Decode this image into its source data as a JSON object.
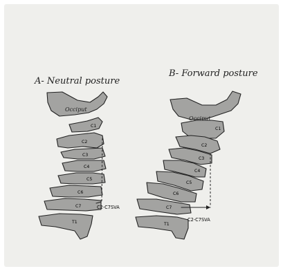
{
  "panels": {
    "a_title": "A- Neutral posture",
    "b_title": "B- Forward posture"
  },
  "labels": {
    "occiput": "Occiput",
    "c1": "C1",
    "c2": "C2",
    "c3": "C3",
    "c4": "C4",
    "c5": "C5",
    "c6": "C6",
    "c7": "C7",
    "t1": "T1",
    "sva": "C2-C7SVA"
  }
}
